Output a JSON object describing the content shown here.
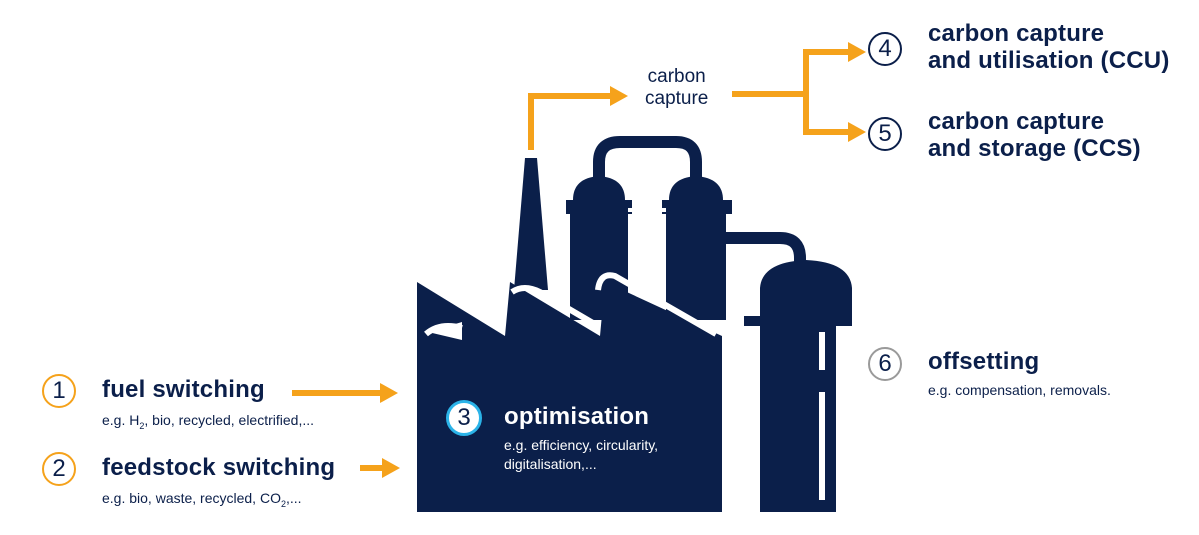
{
  "carbon_capture": {
    "line1": "carbon",
    "line2": "capture"
  },
  "levers": [
    {
      "number": "1",
      "title": "fuel switching",
      "subtitle_pre": "e.g. H",
      "subtitle_sub": "2",
      "subtitle_post": ", bio, recycled, electrified,..."
    },
    {
      "number": "2",
      "title": "feedstock switching",
      "subtitle_pre": "e.g. bio, waste, recycled, CO",
      "subtitle_sub": "2",
      "subtitle_post": ",..."
    },
    {
      "number": "3",
      "title": "optimisation",
      "subtitle_line1": "e.g. efficiency, circularity,",
      "subtitle_line2": "digitalisation,..."
    },
    {
      "number": "4",
      "title_line1": "carbon capture",
      "title_line2": "and utilisation (CCU)"
    },
    {
      "number": "5",
      "title_line1": "carbon capture",
      "title_line2": "and storage (CCS)"
    },
    {
      "number": "6",
      "title": "offsetting",
      "subtitle": "e.g. compensation, removals."
    }
  ],
  "colors": {
    "navy": "#0b1f4a",
    "orange": "#f5a21b",
    "blue": "#2bb3e8",
    "grey": "#9a9a9a"
  }
}
